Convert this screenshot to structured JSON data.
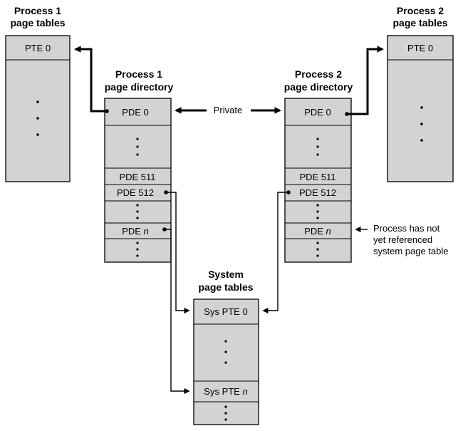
{
  "titles": {
    "p1_tables": [
      "Process 1",
      "page tables"
    ],
    "p2_tables": [
      "Process 2",
      "page tables"
    ],
    "p1_dir": [
      "Process 1",
      "page directory"
    ],
    "p2_dir": [
      "Process 2",
      "page directory"
    ],
    "sys_tables": [
      "System",
      "page tables"
    ]
  },
  "p1_table": {
    "entry": "PTE 0"
  },
  "p2_table": {
    "entry": "PTE 0"
  },
  "p1_directory": {
    "pde0": "PDE 0",
    "pde511": "PDE 511",
    "pde512": "PDE 512",
    "pden_prefix": "PDE ",
    "pden_var": "n"
  },
  "p2_directory": {
    "pde0": "PDE 0",
    "pde511": "PDE 511",
    "pde512": "PDE 512",
    "pden_prefix": "PDE ",
    "pden_var": "n"
  },
  "sys_table": {
    "pte0": "Sys PTE 0",
    "pten_prefix": "Sys PTE ",
    "pten_var": "n"
  },
  "labels": {
    "private": "Private",
    "note": [
      "Process has not",
      "yet referenced",
      "system page table"
    ]
  }
}
